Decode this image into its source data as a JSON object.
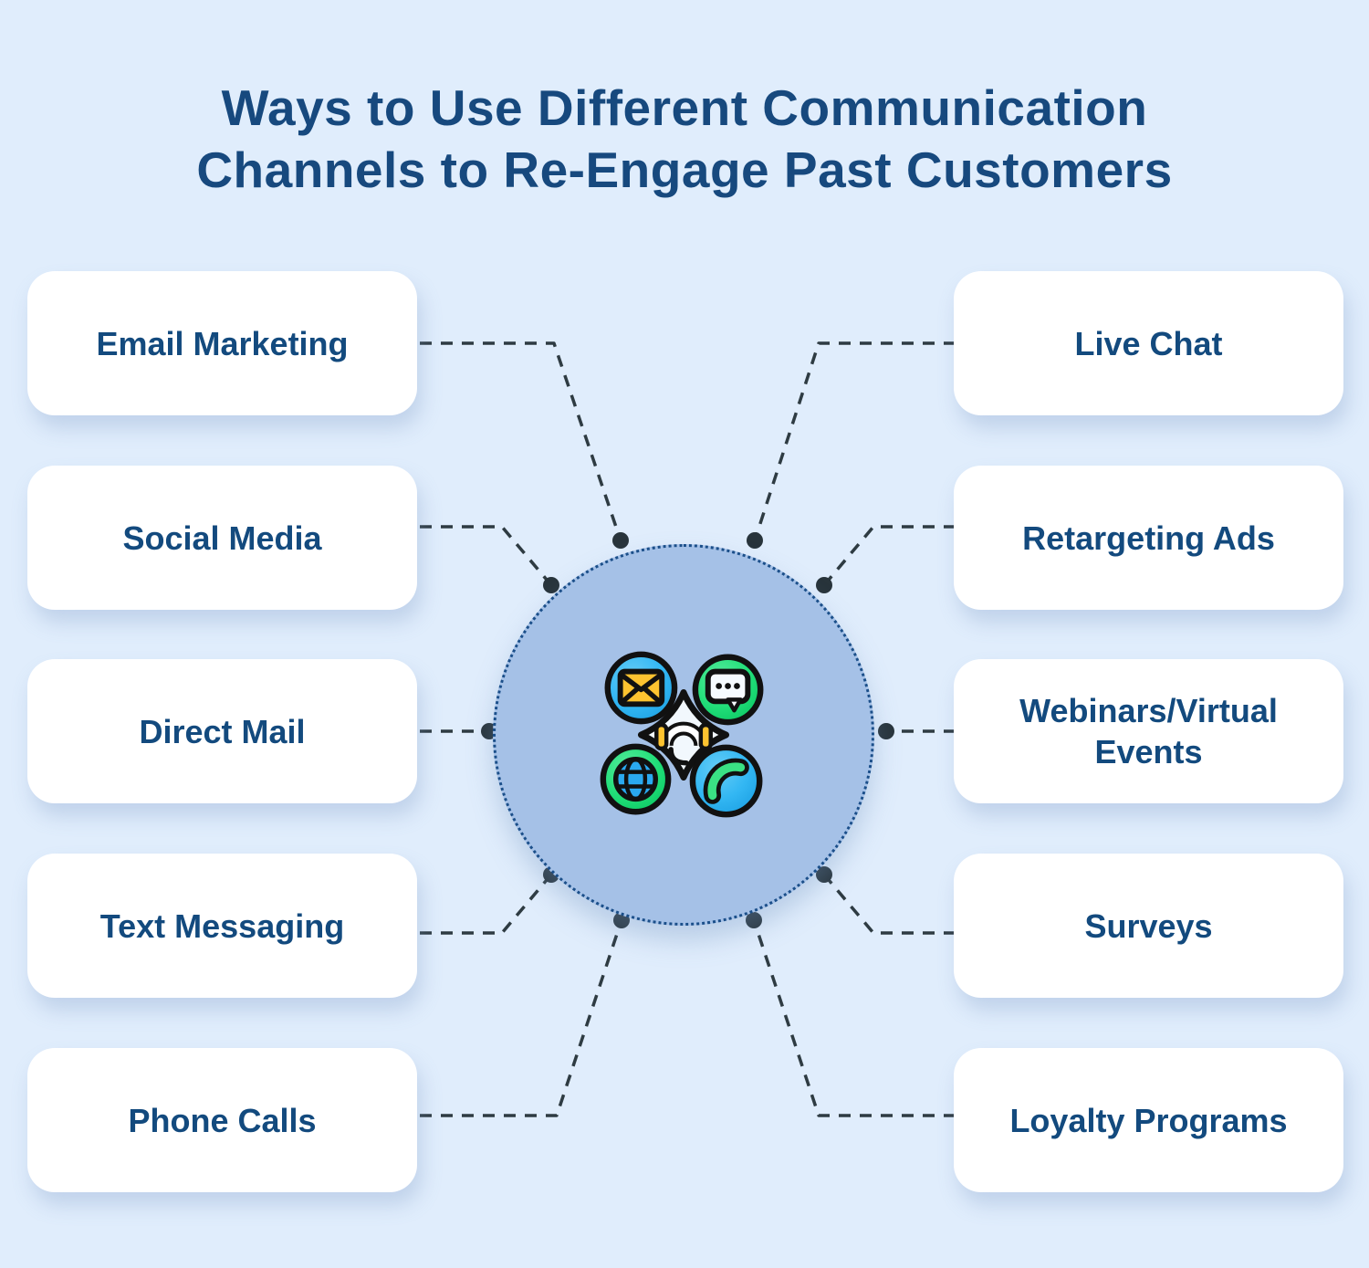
{
  "title": {
    "line1": "Ways to Use Different Communication",
    "line2": "Channels to Re-Engage Past Customers"
  },
  "nodes": {
    "left": [
      {
        "label": "Email Marketing"
      },
      {
        "label": "Social Media"
      },
      {
        "label": "Direct Mail"
      },
      {
        "label": "Text Messaging"
      },
      {
        "label": "Phone Calls"
      }
    ],
    "right": [
      {
        "label": "Live Chat"
      },
      {
        "label": "Retargeting Ads"
      },
      {
        "label": "Webinars/Virtual Events"
      },
      {
        "label": "Surveys"
      },
      {
        "label": "Loyalty Programs"
      }
    ]
  },
  "center_hub": {
    "icons": [
      {
        "name": "email-icon"
      },
      {
        "name": "chat-bubble-icon"
      },
      {
        "name": "globe-icon"
      },
      {
        "name": "phone-icon"
      },
      {
        "name": "headset-icon"
      }
    ]
  },
  "colors": {
    "background": "#e0edfc",
    "card_background": "#ffffff",
    "title_text": "#17497e",
    "label_text": "#134a7e",
    "hub_fill": "#a5c1e7",
    "hub_border": "#1b4f8a",
    "connector": "#2e3b42",
    "connector_dot": "#28343b",
    "icon_blue": "#33b7f3",
    "icon_green": "#22df79",
    "icon_yellow": "#fdc330",
    "icon_outline": "#111111"
  }
}
